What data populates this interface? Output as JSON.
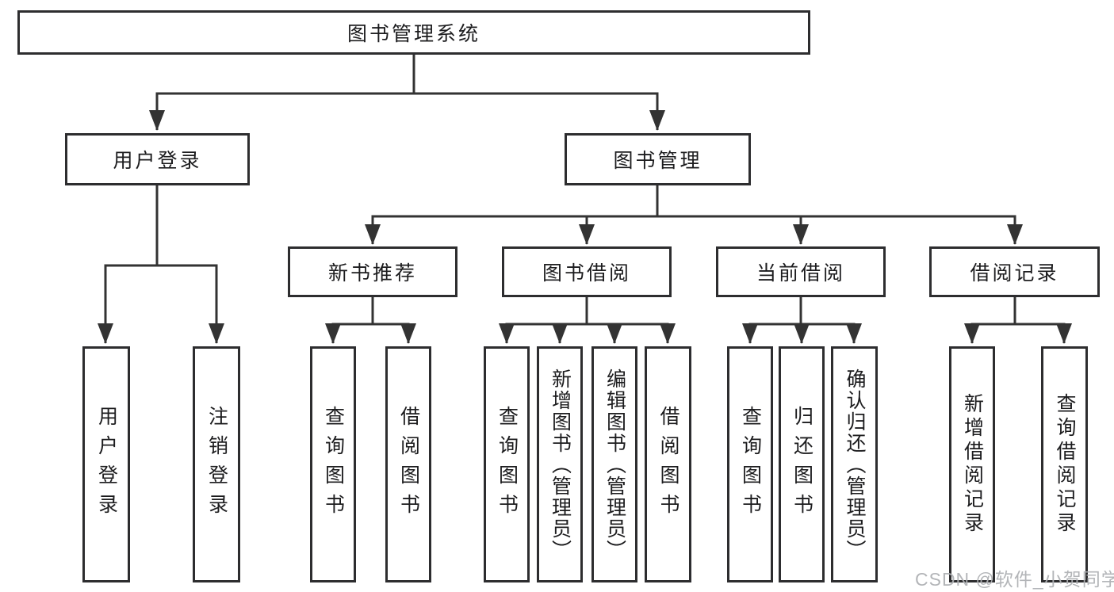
{
  "watermark": "CSDN @软件_小贺同学",
  "colors": {
    "background": "#ffffff",
    "line": "#333333",
    "box_border": "#2d2d2f",
    "text": "#1c1c1e",
    "watermark": "#afb1b4"
  },
  "nodes": {
    "root": {
      "label": "图书管理系统"
    },
    "login": {
      "label": "用户登录",
      "children": {
        "do_login": {
          "label": "用户登录"
        },
        "logout": {
          "label": "注销登录"
        }
      }
    },
    "book_mgmt": {
      "label": "图书管理",
      "children": {
        "new_book_rec": {
          "label": "新书推荐",
          "children": {
            "query_book": {
              "label": "查询图书"
            },
            "borrow_book": {
              "label": "借阅图书"
            }
          }
        },
        "book_borrow": {
          "label": "图书借阅",
          "children": {
            "query_book": {
              "label": "查询图书"
            },
            "add_book": {
              "label": "新增图书（管理员）"
            },
            "edit_book": {
              "label": "编辑图书（管理员）"
            },
            "borrow_book": {
              "label": "借阅图书"
            }
          }
        },
        "current_borrow": {
          "label": "当前借阅",
          "children": {
            "query_book": {
              "label": "查询图书"
            },
            "return_book": {
              "label": "归还图书"
            },
            "confirm_return": {
              "label": "确认归还（管理员）"
            }
          }
        },
        "borrow_records": {
          "label": "借阅记录",
          "children": {
            "add_record": {
              "label": "新增借阅记录"
            },
            "query_record": {
              "label": "查询借阅记录"
            }
          }
        }
      }
    }
  }
}
